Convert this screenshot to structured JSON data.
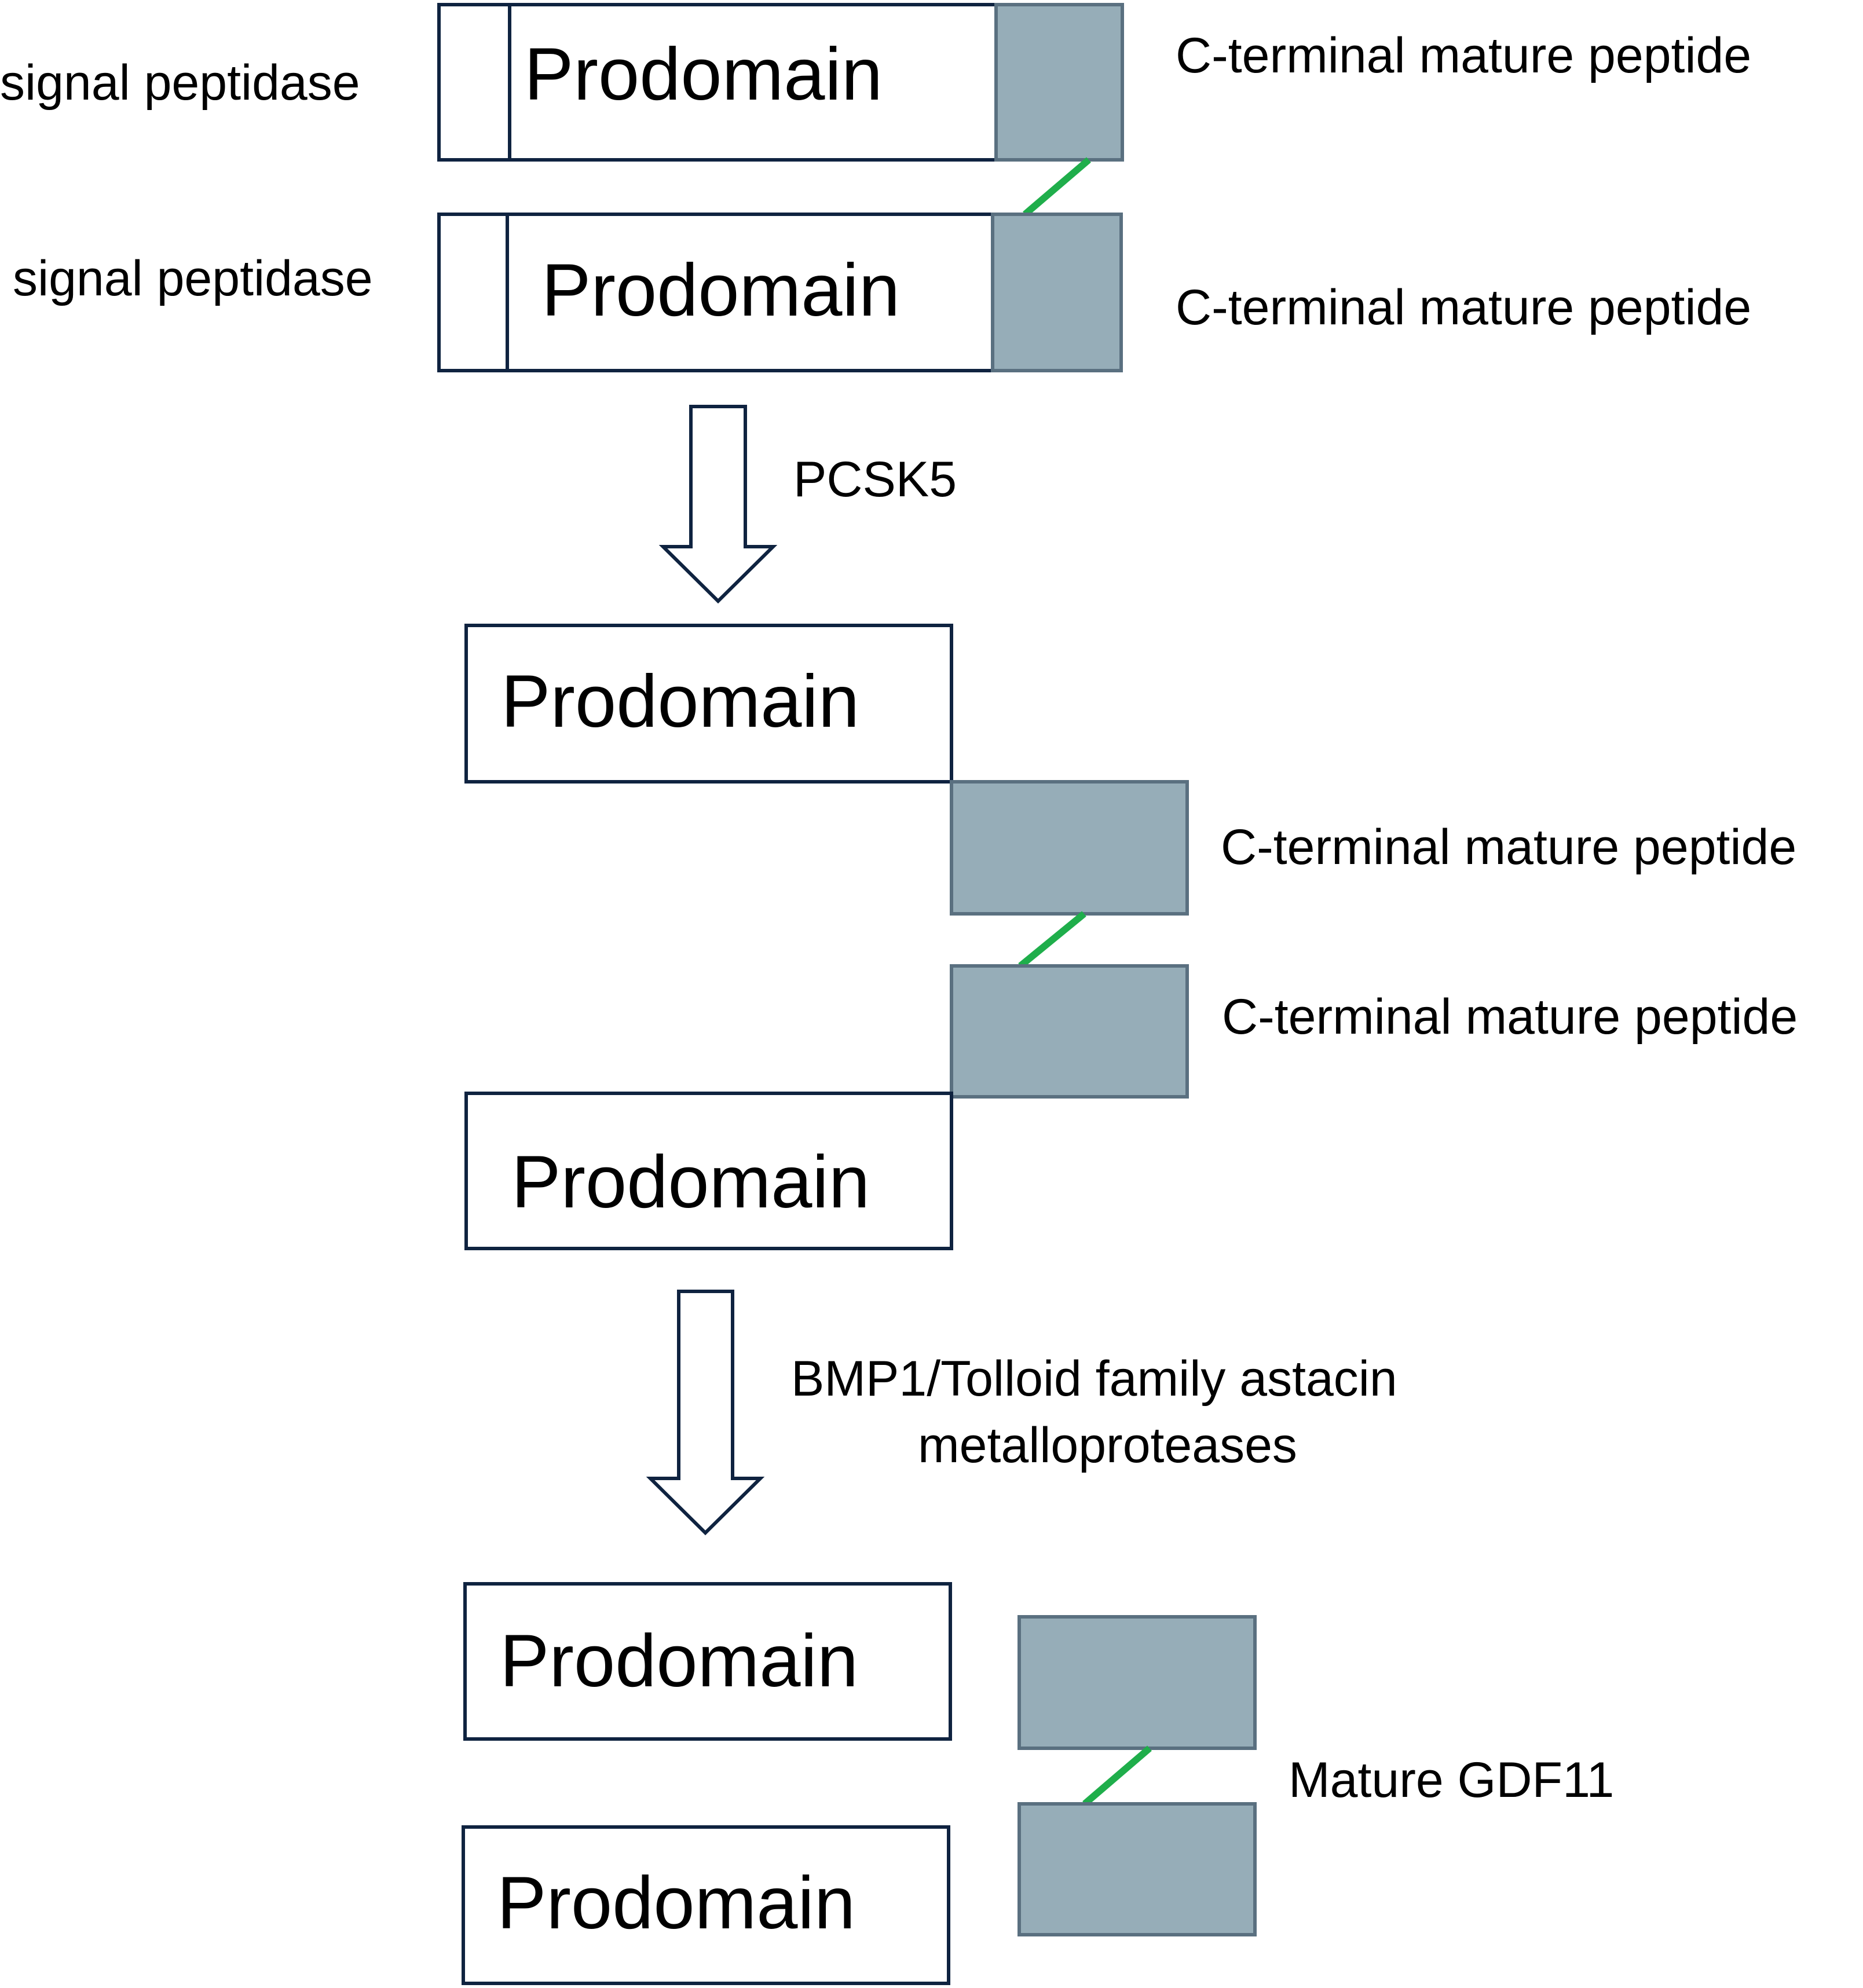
{
  "colors": {
    "outline": "#0f2340",
    "mature_fill": "#96adb8",
    "disulfide_link": "#1fae4b"
  },
  "stage1": {
    "top": {
      "side_label": "signal peptidase",
      "prodomain_label": "Prodomain",
      "mature_label": "C-terminal mature peptide"
    },
    "bottom": {
      "side_label": "signal peptidase",
      "prodomain_label": "Prodomain",
      "mature_label": "C-terminal mature peptide"
    }
  },
  "step1": {
    "enzyme_label": "PCSK5"
  },
  "stage2": {
    "top": {
      "prodomain_label": "Prodomain",
      "mature_label": "C-terminal mature peptide"
    },
    "bottom": {
      "prodomain_label": "Prodomain",
      "mature_label": "C-terminal mature peptide"
    }
  },
  "step2": {
    "enzyme_label_line1": "BMP1/Tolloid family astacin",
    "enzyme_label_line2": "metalloproteases"
  },
  "stage3": {
    "prodomain_top_label": "Prodomain",
    "prodomain_bottom_label": "Prodomain",
    "mature_label": "Mature GDF11"
  }
}
